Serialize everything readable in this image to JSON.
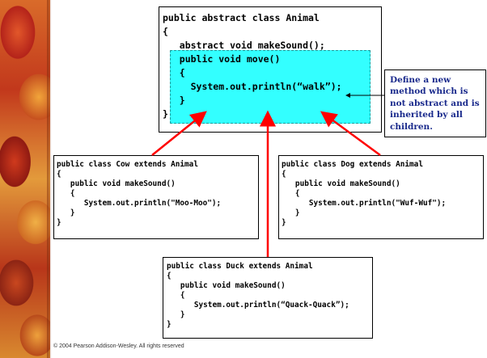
{
  "animal_class": {
    "code": "public abstract class Animal\n{\n   abstract void makeSound();\n   public void move()\n   {\n     System.out.println(“walk”);\n   }\n}"
  },
  "note": {
    "text": "Define a new method which  is not abstract and is inherited by all children."
  },
  "cow_class": {
    "code": "public class Cow extends Animal\n{\n   public void makeSound()\n   {\n      System.out.println(\"Moo-Moo\");\n   }\n}"
  },
  "dog_class": {
    "code": "public class Dog extends Animal\n{\n   public void makeSound()\n   {\n      System.out.println(\"Wuf-Wuf\");\n   }\n}"
  },
  "duck_class": {
    "code": "public class Duck extends Animal\n{\n   public void makeSound()\n   {\n      System.out.println(“Quack-Quack”);\n   }\n}"
  },
  "footer": {
    "copyright": "© 2004 Pearson Addison-Wesley. All rights reserved"
  },
  "colors": {
    "arrow": "#ff0000",
    "highlight": "#33ffff",
    "note_text": "#1a2a8c"
  }
}
